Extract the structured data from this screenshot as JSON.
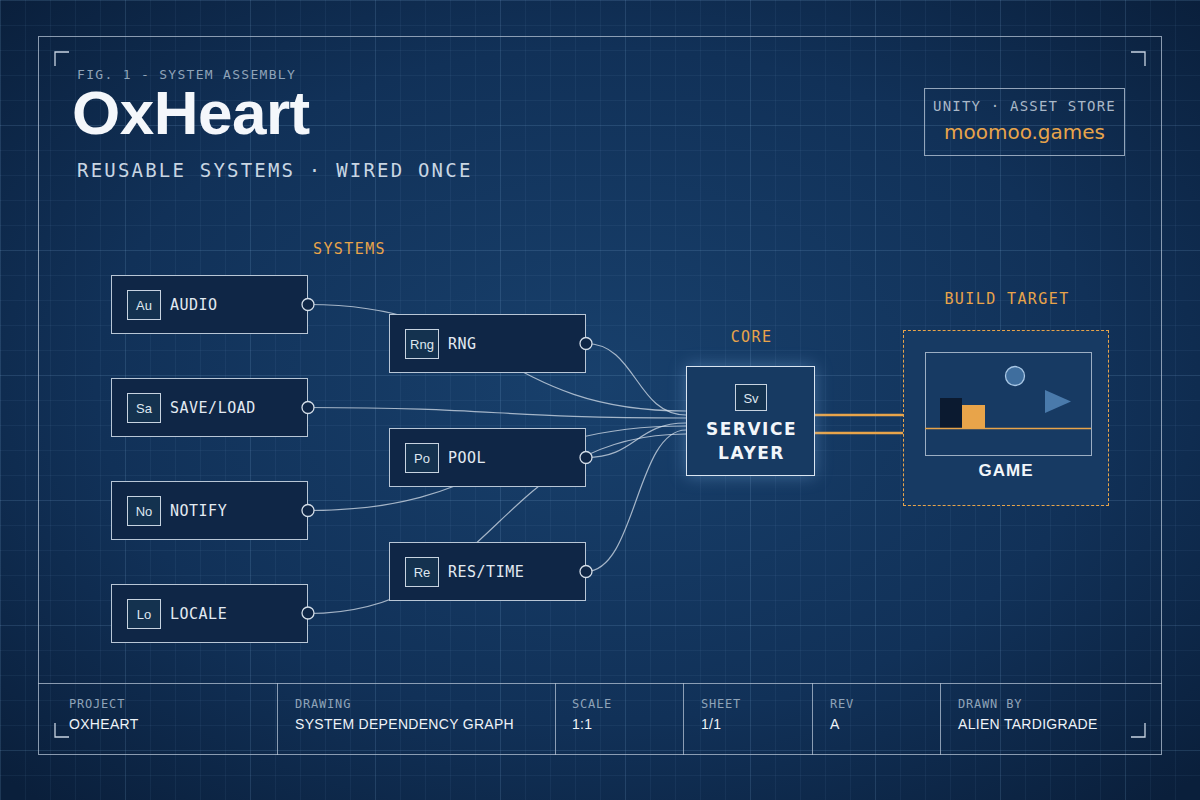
{
  "diagram": {
    "title": "OxHeart",
    "nodes": [
      {
        "text": [
          "UNITY · ASSET STORE",
          "moomoo.games"
        ]
      },
      {
        "text": [
          "AUDIO"
        ]
      },
      {
        "text": [
          "Au"
        ],
        "in": 1
      },
      {
        "text": [
          "RNG"
        ]
      },
      {
        "text": [
          "Rng"
        ],
        "in": 3
      },
      {
        "text": [
          "SAVE/LOAD"
        ]
      },
      {
        "text": [
          "Sa"
        ],
        "in": 5
      },
      {
        "text": [
          "POOL"
        ]
      },
      {
        "text": [
          "Po"
        ],
        "in": 7
      },
      {
        "text": [
          "NOTIFY"
        ]
      },
      {
        "text": [
          "No"
        ],
        "in": 9
      },
      {
        "text": [
          "RES/TIME"
        ]
      },
      {
        "text": [
          "Re"
        ],
        "in": 11
      },
      {
        "text": [
          "LOCALE"
        ]
      },
      {
        "text": [
          "Lo"
        ],
        "in": 13
      },
      {
        "text": [
          "CORE",
          "SERVICE LAYER"
        ]
      },
      {
        "text": [
          "Sv"
        ],
        "in": 15
      },
      {
        "text": [
          "BUILD TARGET",
          "GAME"
        ]
      }
    ],
    "edges": [
      {
        "from": 1,
        "to": 15,
        "arrow": "none"
      },
      {
        "from": 3,
        "to": 15,
        "arrow": "none"
      },
      {
        "from": 5,
        "to": 15,
        "arrow": "none"
      },
      {
        "from": 7,
        "to": 15,
        "arrow": "none"
      },
      {
        "from": 9,
        "to": 15,
        "arrow": "none"
      },
      {
        "from": 11,
        "to": 15,
        "arrow": "none"
      },
      {
        "from": 13,
        "to": 15,
        "arrow": "none"
      },
      {
        "from": 15,
        "to": 17,
        "arrow": "none"
      },
      {
        "from": 15,
        "to": 17,
        "arrow": "none"
      }
    ],
    "labels": [
      "FIG. 1 - SYSTEM ASSEMBLY",
      "REUSABLE SYSTEMS · WIRED ONCE",
      "SYSTEMS",
      "PROJECT",
      "OXHEART",
      "DRAWING",
      "SYSTEM DEPENDENCY GRAPH",
      "SCALE",
      "1:1",
      "SHEET",
      "1/1",
      "REV",
      "A",
      "DRAWN BY",
      "ALIEN TARDIGRADE"
    ]
  }
}
